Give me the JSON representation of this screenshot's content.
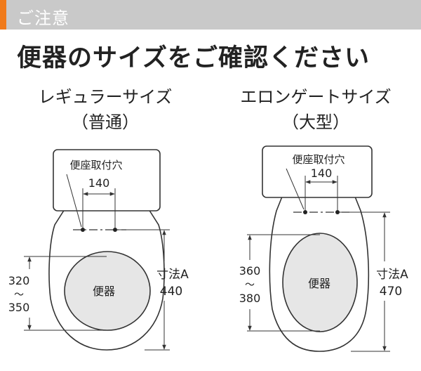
{
  "header": {
    "label": "ご注意"
  },
  "title": "便器のサイズをご確認ください",
  "regular": {
    "name": "レギュラーサイズ",
    "sub": "（普通）",
    "hole_label": "便座取付穴",
    "hole_spacing": "140",
    "bowl_label": "便器",
    "range_top": "320",
    "range_tilde": "〜",
    "range_bottom": "350",
    "dim_label": "寸法A",
    "dim_value": "440"
  },
  "elongated": {
    "name": "エロンゲートサイズ",
    "sub": "（大型）",
    "hole_label": "便座取付穴",
    "hole_spacing": "140",
    "bowl_label": "便器",
    "range_top": "360",
    "range_tilde": "〜",
    "range_bottom": "380",
    "dim_label": "寸法A",
    "dim_value": "470"
  },
  "colors": {
    "accent": "#f07a1a",
    "header_bg": "#c9c9c9",
    "bowl_fill": "#e6e6e6",
    "line": "#333333"
  }
}
